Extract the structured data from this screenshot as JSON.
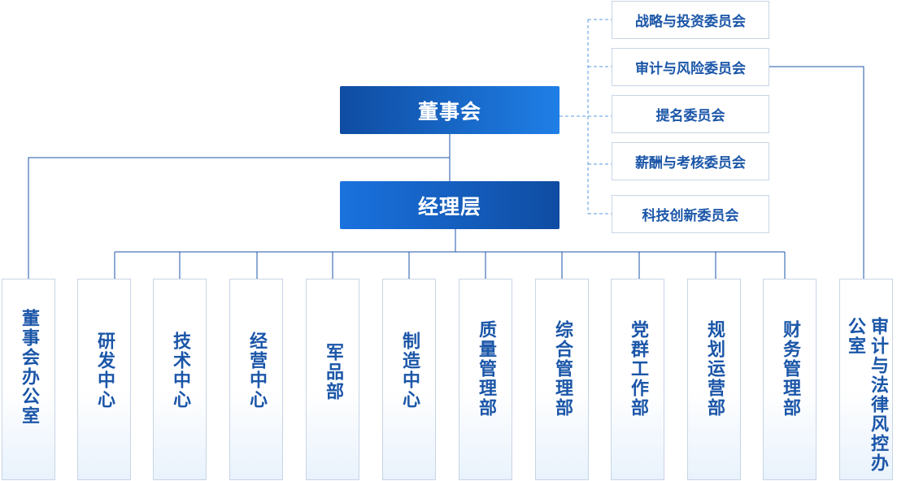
{
  "board": {
    "label": "董事会"
  },
  "management": {
    "label": "经理层"
  },
  "committees": [
    {
      "label": "战略与投资委员会"
    },
    {
      "label": "审计与风险委员会"
    },
    {
      "label": "提名委员会"
    },
    {
      "label": "薪酬与考核委员会"
    },
    {
      "label": "科技创新委员会"
    }
  ],
  "departments": [
    {
      "label": "董事会办公室"
    },
    {
      "label": "研发中心"
    },
    {
      "label": "技术中心"
    },
    {
      "label": "经营中心"
    },
    {
      "label": "军品部"
    },
    {
      "label": "制造中心"
    },
    {
      "label": "质量管理部"
    },
    {
      "label": "综合管理部"
    },
    {
      "label": "党群工作部"
    },
    {
      "label": "规划运营部"
    },
    {
      "label": "财务管理部"
    },
    {
      "label": "审计与法律风控办公室"
    }
  ],
  "colors": {
    "primary": "#1b56a8",
    "box_dark": "#0f4ca2",
    "box_light": "#1f7fe6",
    "line": "#1b56a8",
    "dashed_line": "#5a9be0",
    "border": "#c8d5e6"
  }
}
